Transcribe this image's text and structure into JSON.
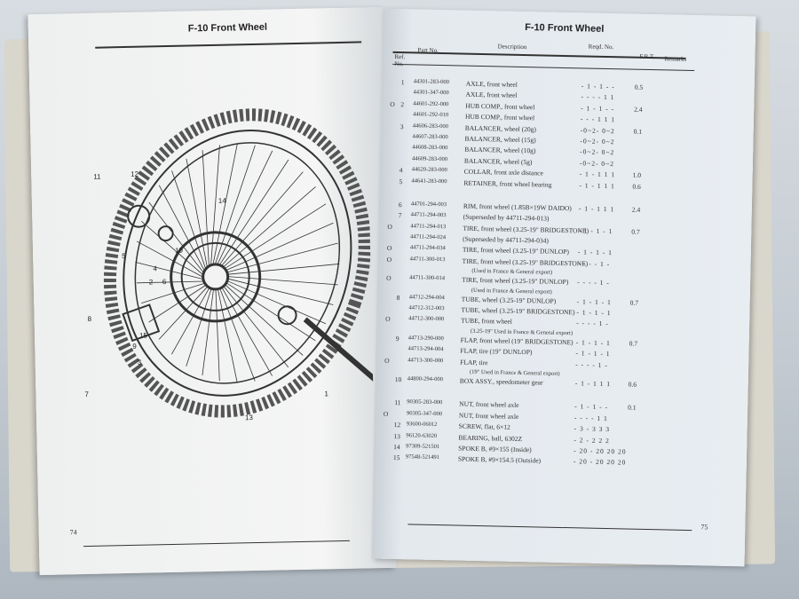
{
  "left_page": {
    "title": "F-10  Front Wheel",
    "page_number": "74",
    "callouts": [
      "1",
      "2",
      "3",
      "4",
      "5",
      "6",
      "7",
      "8",
      "9",
      "10",
      "11",
      "12",
      "13",
      "14",
      "15"
    ]
  },
  "right_page": {
    "title": "F-10  Front Wheel",
    "page_number": "75",
    "headers": {
      "ref_no": "Ref. No.",
      "part_no": "Part No.",
      "description": "Description",
      "reqd_no": "Reqd. No.",
      "frt": "F.R.T.",
      "remarks": "Remarks"
    },
    "groups": [
      [
        {
          "mark": "",
          "ref": "1",
          "part": "44301-283-000",
          "desc": "AXLE, front wheel",
          "qty": "- 1 - 1 - -",
          "frt": "0.5"
        },
        {
          "mark": "",
          "ref": "",
          "part": "44301-347-000",
          "desc": "AXLE, front wheel",
          "qty": "- - - - 1 1",
          "frt": ""
        },
        {
          "mark": "O",
          "ref": "2",
          "part": "44601-292-000",
          "desc": "HUB COMP., front wheel",
          "qty": "- 1 - 1 - -",
          "frt": "2.4"
        },
        {
          "mark": "",
          "ref": "",
          "part": "44601-292-010",
          "desc": "HUB COMP., front wheel",
          "qty": "- - - 1 1 1",
          "frt": ""
        },
        {
          "mark": "",
          "ref": "3",
          "part": "44606-283-000",
          "desc": "BALANCER, wheel (20g)",
          "qty": "-0~2- 0~2",
          "frt": "0.1"
        },
        {
          "mark": "",
          "ref": "",
          "part": "44607-283-000",
          "desc": "BALANCER, wheel (15g)",
          "qty": "-0~2- 0~2",
          "frt": ""
        },
        {
          "mark": "",
          "ref": "",
          "part": "44608-283-000",
          "desc": "BALANCER, wheel (10g)",
          "qty": "-0~2- 0~2",
          "frt": ""
        },
        {
          "mark": "",
          "ref": "",
          "part": "44609-283-000",
          "desc": "BALANCER, wheel (5g)",
          "qty": "-0~2- 0~2",
          "frt": ""
        },
        {
          "mark": "",
          "ref": "4",
          "part": "44620-283-000",
          "desc": "COLLAR, front axle distance",
          "qty": "- 1 - 1 1 1",
          "frt": "1.0"
        },
        {
          "mark": "",
          "ref": "5",
          "part": "44641-283-000",
          "desc": "RETAINER, front wheel bearing",
          "qty": "- 1 - 1 1 1",
          "frt": "0.6"
        }
      ],
      [
        {
          "mark": "",
          "ref": "6",
          "part": "44701-294-003",
          "desc": "RIM, front wheel (1.85B×19W DAIDO)",
          "qty": "- 1 - 1 1 1",
          "frt": "2.4"
        },
        {
          "mark": "",
          "ref": "7",
          "part": "44711-294-003",
          "desc": "(Superseded by 44711-294-013)",
          "qty": "",
          "frt": ""
        },
        {
          "mark": "O",
          "ref": "",
          "part": "44711-294-013",
          "desc": "TIRE, front wheel (3.25-19\" BRIDGESTONE)",
          "qty": "- 1 - 1 - 1",
          "frt": "0.7"
        },
        {
          "mark": "",
          "ref": "",
          "part": "44711-294-024",
          "desc": "(Superseded by 44711-294-034)",
          "qty": "",
          "frt": ""
        },
        {
          "mark": "O",
          "ref": "",
          "part": "44711-294-034",
          "desc": "TIRE, front wheel (3.25-19\" DUNLOP)",
          "qty": "- 1 - 1 - 1",
          "frt": ""
        },
        {
          "mark": "O",
          "ref": "",
          "part": "44711-300-013",
          "desc": "TIRE, front wheel (3.25-19\" BRIDGESTONE)",
          "note": "(Used in France & General export)",
          "qty": "- - - - 1 -",
          "frt": ""
        },
        {
          "mark": "O",
          "ref": "",
          "part": "44711-300-014",
          "desc": "TIRE, front wheel (3.25-19\" DUNLOP)",
          "note": "(Used in France & General export)",
          "qty": "- - - - 1 -",
          "frt": ""
        },
        {
          "mark": "",
          "ref": "8",
          "part": "44712-294-004",
          "desc": "TUBE, wheel (3.25-19\" DUNLOP)",
          "qty": "- 1 - 1 - 1",
          "frt": "0.7"
        },
        {
          "mark": "",
          "ref": "",
          "part": "44712-312-003",
          "desc": "TUBE, wheel (3.25-19\" BRIDGESTONE)",
          "qty": "- 1 - 1 - 1",
          "frt": ""
        },
        {
          "mark": "O",
          "ref": "",
          "part": "44712-300-000",
          "desc": "TUBE, front wheel",
          "note": "(3.25-19\" Used in France & General export)",
          "qty": "- - - - 1 -",
          "frt": ""
        },
        {
          "mark": "",
          "ref": "9",
          "part": "44713-290-000",
          "desc": "FLAP, front wheel (19\" BRIDGESTONE)",
          "qty": "- 1 - 1 - 1",
          "frt": "0.7"
        },
        {
          "mark": "",
          "ref": "",
          "part": "44713-294-004",
          "desc": "FLAP, tire (19\" DUNLOP)",
          "qty": "- 1 - 1 - 1",
          "frt": ""
        },
        {
          "mark": "O",
          "ref": "",
          "part": "44713-300-000",
          "desc": "FLAP, tire",
          "note": "(19\" Used in France & General export)",
          "qty": "- - - - 1 -",
          "frt": ""
        },
        {
          "mark": "",
          "ref": "10",
          "part": "44800-294-000",
          "desc": "BOX ASSY., speedometer gear",
          "qty": "- 1 - 1 1 1",
          "frt": "0.6"
        }
      ],
      [
        {
          "mark": "",
          "ref": "11",
          "part": "90305-283-000",
          "desc": "NUT, front wheel axle",
          "qty": "- 1 - 1 - -",
          "frt": "0.1"
        },
        {
          "mark": "O",
          "ref": "",
          "part": "90305-347-000",
          "desc": "NUT, front wheel axle",
          "qty": "- - - - 1 1",
          "frt": ""
        },
        {
          "mark": "",
          "ref": "12",
          "part": "93600-06012",
          "desc": "SCREW, flat, 6×12",
          "qty": "- 3 - 3 3 3",
          "frt": ""
        },
        {
          "mark": "",
          "ref": "13",
          "part": "96120-63020",
          "desc": "BEARING, ball, 6302Z",
          "qty": "- 2 - 2 2 2",
          "frt": ""
        },
        {
          "mark": "",
          "ref": "14",
          "part": "97309-521501",
          "desc": "SPOKE B, #9×155 (Inside)",
          "qty": "- 20 - 20 20 20",
          "frt": ""
        },
        {
          "mark": "",
          "ref": "15",
          "part": "97548-521491",
          "desc": "SPOKE B, #9×154.5 (Outside)",
          "qty": "- 20 - 20 20 20",
          "frt": ""
        }
      ]
    ]
  }
}
